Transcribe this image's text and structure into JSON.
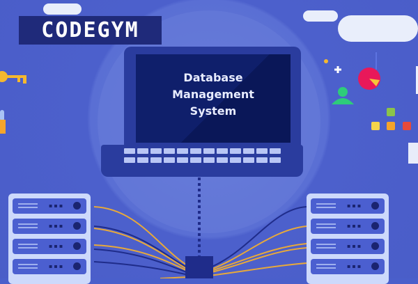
{
  "brand": {
    "logo_text": "CODEGYM",
    "logo_bg": "#1f2a7a",
    "accent": "#f26522"
  },
  "illustration": {
    "title_lines": [
      "Database",
      "Management",
      "System"
    ],
    "background": "#4a5fcb",
    "icons": [
      "key-icon",
      "lock-icon",
      "user-icon",
      "pie-chart-icon",
      "org-chart-icon",
      "envelope-icon",
      "cloud-icon",
      "server-icon",
      "laptop-icon"
    ]
  }
}
